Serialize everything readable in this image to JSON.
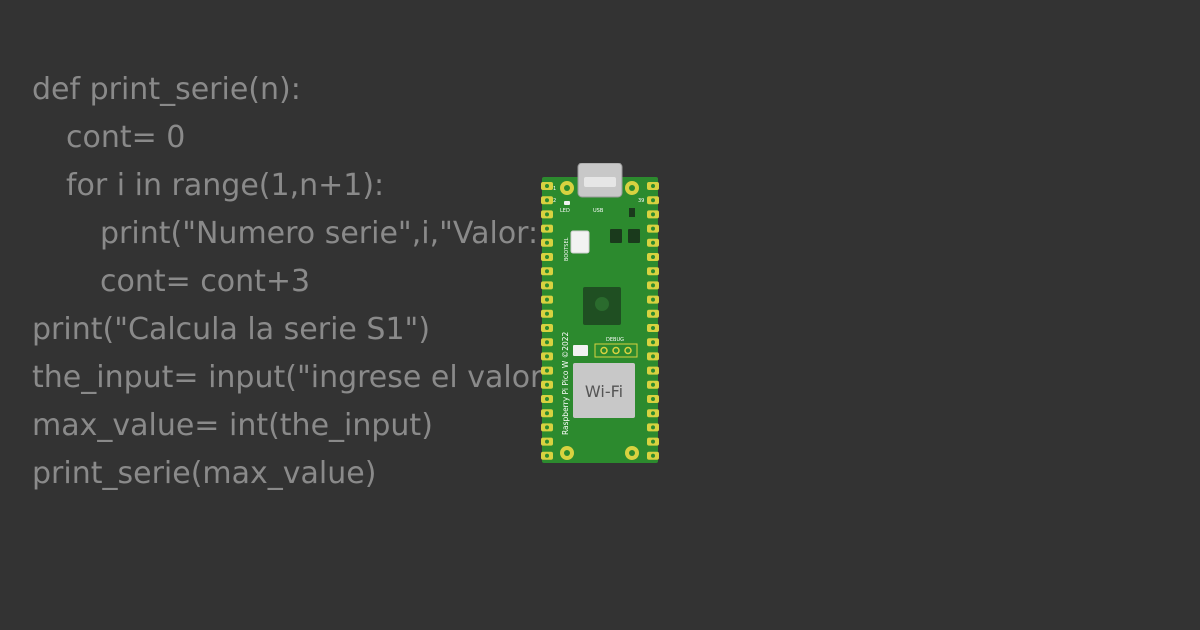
{
  "code": {
    "lines": [
      {
        "text": "def print_serie(n):",
        "indent": 0
      },
      {
        "text": "cont= 0",
        "indent": 1
      },
      {
        "text": "for i in range(1,n+1):",
        "indent": 1
      },
      {
        "text": "print(\"Numero serie\",i,\"Valor:",
        "indent": 2
      },
      {
        "text": "cont= cont+3",
        "indent": 2
      },
      {
        "text": "print(\"Calcula la serie S1\")",
        "indent": 0
      },
      {
        "text": "the_input= input(\"ingrese el valor:",
        "indent": 0
      },
      {
        "text": "max_value= int(the_input)",
        "indent": 0
      },
      {
        "text": "print_serie(max_value)",
        "indent": 0
      }
    ]
  },
  "board": {
    "pin_1": "1",
    "pin_2": "2",
    "pin_39": "39",
    "led_label": "LED",
    "usb_label": "USB",
    "bootsel_label": "BOOTSEL",
    "debug_label": "DEBUG",
    "module_label": "Wi-Fi",
    "silkscreen": "Raspberry Pi Pico W ©2022",
    "colors": {
      "pcb": "#2c8a2e",
      "pad": "#d8d240",
      "shield": "#c8c8c8",
      "chip": "#1f4f22"
    }
  }
}
